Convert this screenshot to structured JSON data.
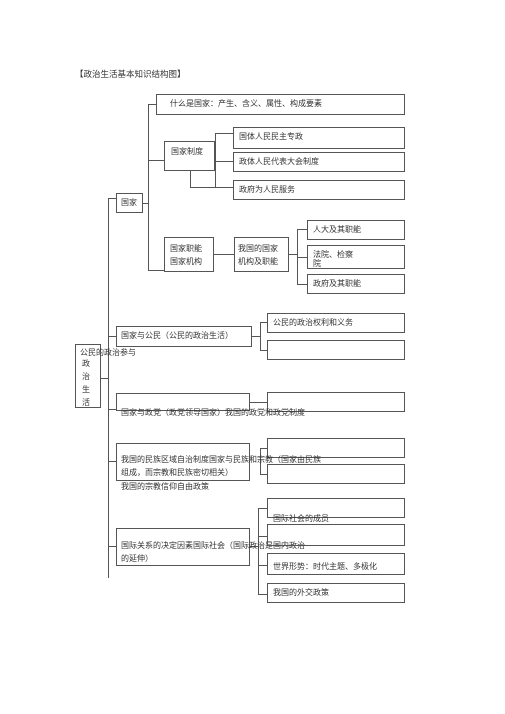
{
  "title": "【政治生活基本知识结构图】",
  "root": {
    "label_line1": "公民的政治参与",
    "label_vertical": [
      "政",
      "治",
      "生",
      "活"
    ]
  },
  "guojia": {
    "label": "国家",
    "what_is_state": "什么是国家：产生、含义、属性、构成要素",
    "zhidu": {
      "label": "国家制度",
      "items": [
        "国体人民民主专政",
        "政体人民代表大会制度",
        "政府为人民服务"
      ]
    },
    "zhineng": {
      "label_line1": "国家职能",
      "label_line2": "国家机构",
      "sub_line1": "我国的国家",
      "sub_line2": "机构及职能",
      "items": [
        "人大及其职能",
        "法院、检察",
        "院",
        "政府及其职能"
      ]
    }
  },
  "gongmin": {
    "label": "国家与公民（公民的政治生活）",
    "items": [
      "公民的政治权利和义务",
      ""
    ]
  },
  "zhengdang": {
    "label": "国家与政党（政党领导国家）我国的政党和政党制度"
  },
  "minzu": {
    "line1": "我国的民族区域自治制度国家与民族和宗教（国家由民族",
    "line2": "组成，而宗教和民族密切相关）",
    "line3": "我国的宗教信仰自由政策"
  },
  "guoji": {
    "line1": "国际关系的决定因素国际社会（国际政治是国内政治",
    "line2": "的延伸）",
    "items": [
      "国际社会的成员",
      "",
      "世界形势：时代主题、多极化",
      "我国的外交政策"
    ]
  }
}
